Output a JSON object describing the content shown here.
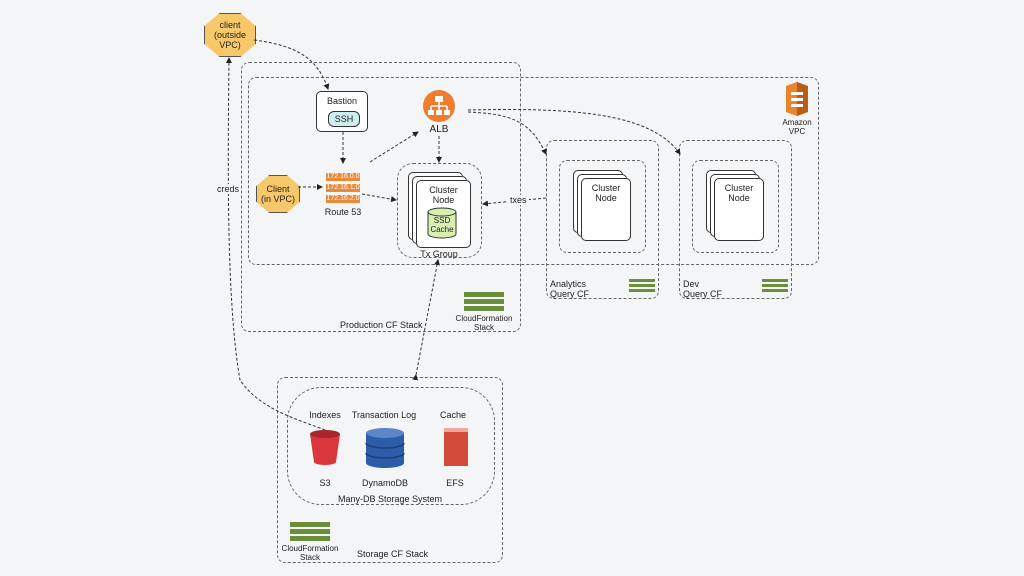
{
  "client_outside": [
    "client",
    "(outside",
    "VPC)"
  ],
  "client_vpc": [
    "Client",
    "(in VPC)"
  ],
  "bastion": {
    "title": "Bastion",
    "ssh": "SSH"
  },
  "route53": {
    "ips": [
      "172.16.0.0",
      "172.16.1.0",
      "172.16.2.0"
    ],
    "label": "Route 53"
  },
  "alb": "ALB",
  "tx_group": {
    "label": "Tx Group",
    "node": [
      "Cluster",
      "Node"
    ],
    "cache": [
      "SSD",
      "Cache"
    ]
  },
  "analytics": {
    "node": [
      "Cluster",
      "Node"
    ],
    "label": [
      "Analytics",
      "Query CF"
    ]
  },
  "dev": {
    "node": [
      "Cluster",
      "Node"
    ],
    "label": [
      "Dev",
      "Query CF"
    ]
  },
  "amazon_vpc": [
    "Amazon",
    "VPC"
  ],
  "edges": {
    "creds": "creds",
    "txes": "txes"
  },
  "production_stack": "Production CF Stack",
  "cloudformation": [
    "CloudFormation",
    "Stack"
  ],
  "storage": {
    "headers": [
      "Indexes",
      "Transaction Log",
      "Cache"
    ],
    "services": [
      "S3",
      "DynamoDB",
      "EFS"
    ],
    "system_label": "Many-DB Storage System",
    "stack_label": "Storage CF Stack"
  },
  "colors": {
    "octagon": "#f7c86a",
    "ip_bar": "#e88a3c",
    "alb": "#ef7d2d",
    "cf_green": "#6b8e3a",
    "s3_red": "#d9363e",
    "dynamo_blue": "#2d5da8",
    "efs_red": "#d34c3b",
    "ssd_green": "#d8efb0"
  }
}
